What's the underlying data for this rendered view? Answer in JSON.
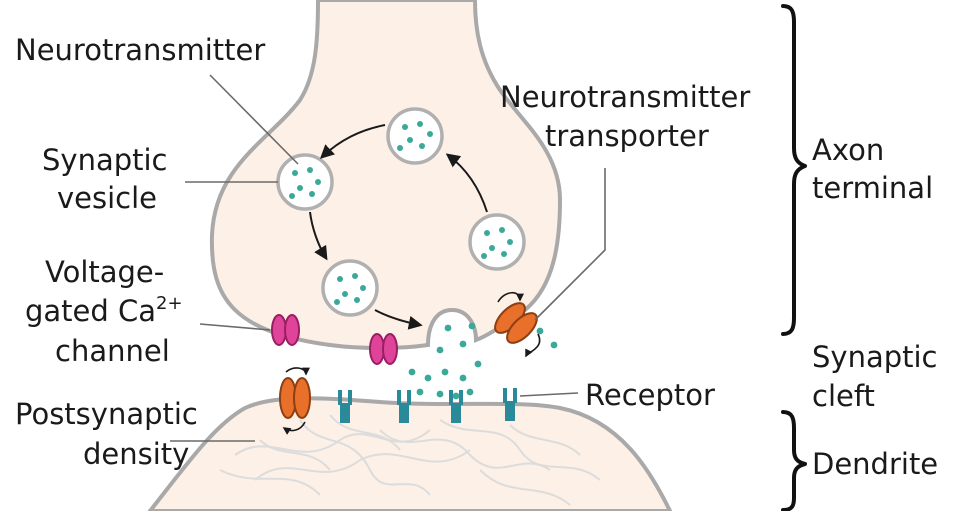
{
  "labels": {
    "neurotransmitter": "Neurotransmitter",
    "synaptic_vesicle_1": "Synaptic",
    "synaptic_vesicle_2": "vesicle",
    "voltage_gated_1": "Voltage-",
    "voltage_gated_2": "gated Ca",
    "voltage_gated_sup": "2+",
    "voltage_gated_3": "channel",
    "postsynaptic_1": "Postsynaptic",
    "postsynaptic_2": "density",
    "nt_transporter_1": "Neurotransmitter",
    "nt_transporter_2": "transporter",
    "receptor": "Receptor",
    "axon_terminal_1": "Axon",
    "axon_terminal_2": "terminal",
    "synaptic_cleft_1": "Synaptic",
    "synaptic_cleft_2": "cleft",
    "dendrite": "Dendrite"
  },
  "colors": {
    "cytoplasm": "#fdf0e6",
    "membrane": "#a9a9a9",
    "neurotransmitter": "#3aa99a",
    "calcium_channel": "#e0449a",
    "transporter": "#e8702a",
    "receptor": "#2a8a9a"
  }
}
